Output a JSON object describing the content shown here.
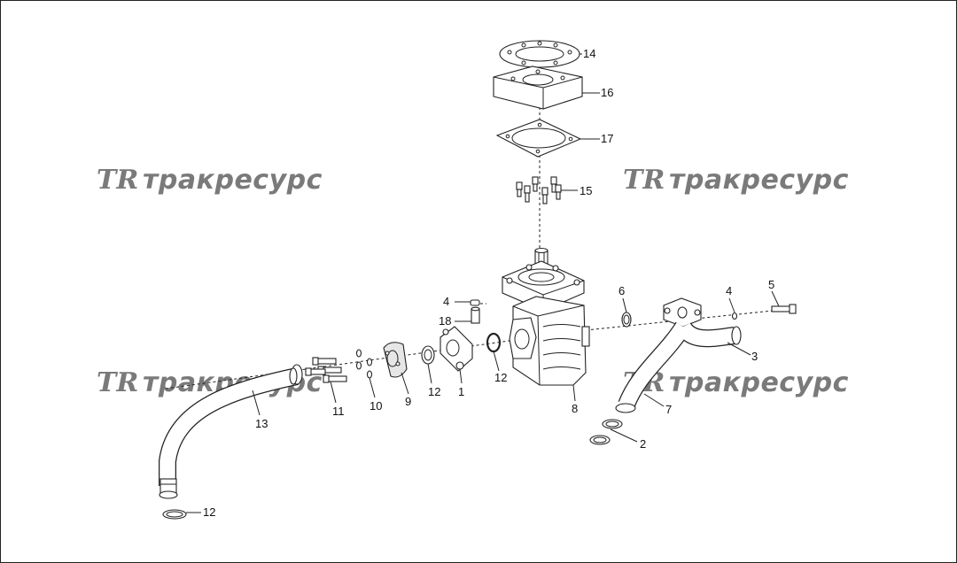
{
  "watermark": {
    "logo": "TR",
    "text": "тракресурс"
  },
  "callouts": {
    "c1": "1",
    "c2": "2",
    "c3": "3",
    "c4a": "4",
    "c4b": "4",
    "c5": "5",
    "c6": "6",
    "c7": "7",
    "c8": "8",
    "c9": "9",
    "c10": "10",
    "c11": "11",
    "c12a": "12",
    "c12b": "12",
    "c12c": "12",
    "c13": "13",
    "c14": "14",
    "c15": "15",
    "c16": "16",
    "c17": "17",
    "c18": "18"
  },
  "colors": {
    "watermark": "#7a7a7a",
    "line": "#222222",
    "background": "#ffffff"
  }
}
